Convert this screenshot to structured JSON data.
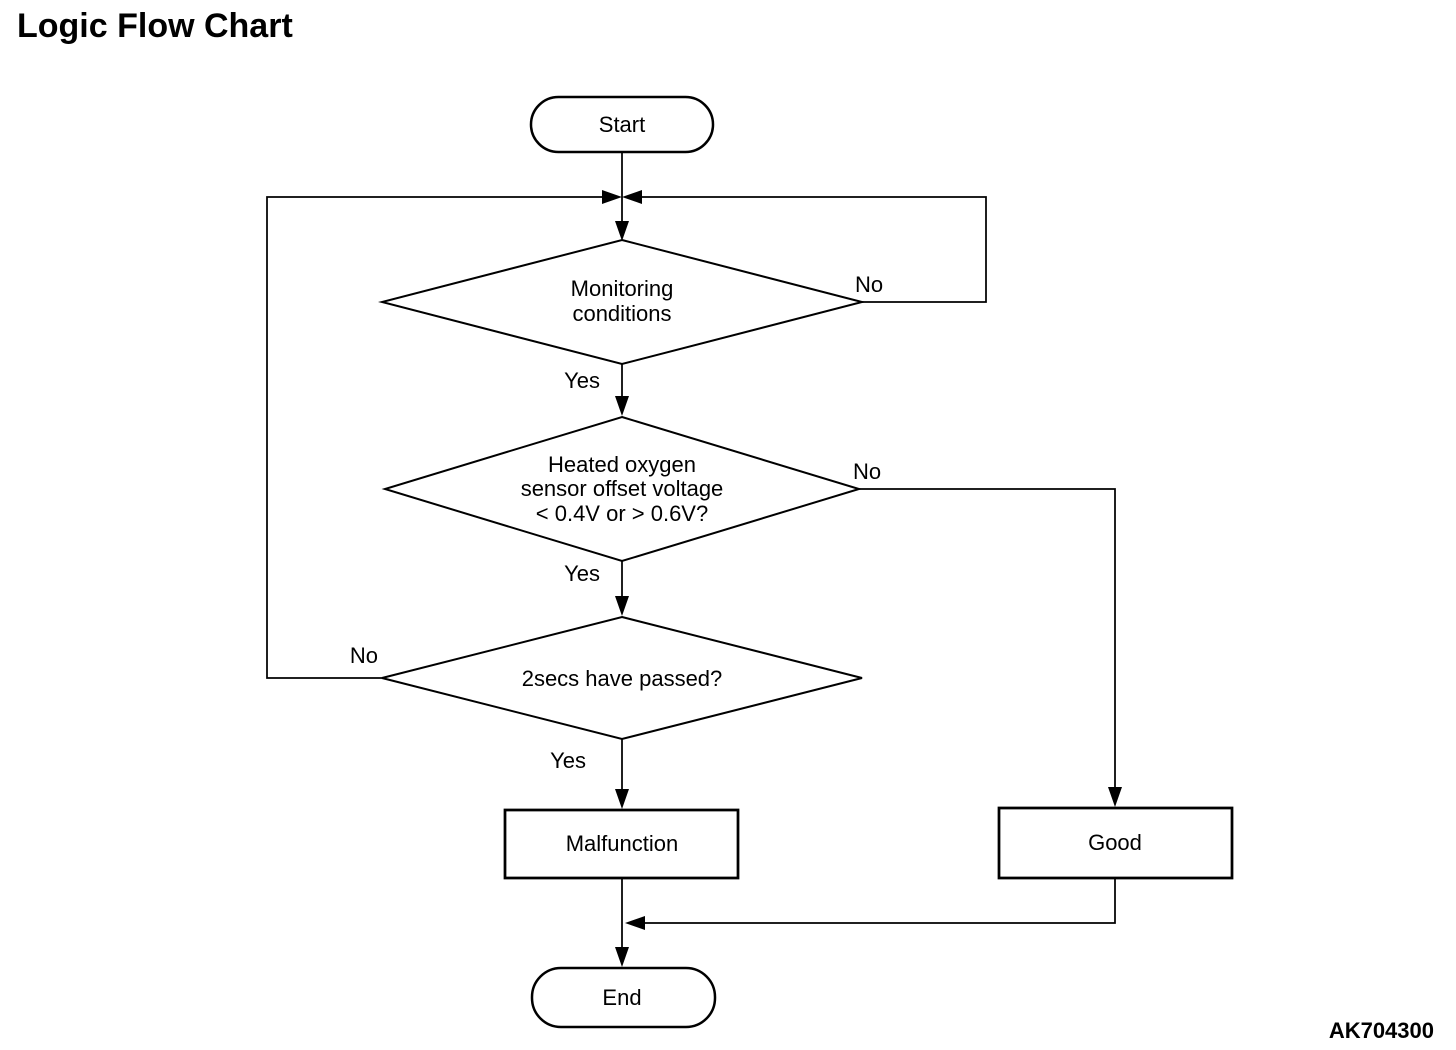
{
  "page": {
    "title": "Logic Flow Chart",
    "figure_code": "AK704300"
  },
  "flowchart": {
    "nodes": {
      "start": {
        "shape": "terminator",
        "label": "Start"
      },
      "monitoring": {
        "shape": "decision",
        "line1": "Monitoring",
        "line2": "conditions"
      },
      "sensor_offset": {
        "shape": "decision",
        "line1": "Heated oxygen",
        "line2": "sensor offset voltage",
        "line3": "< 0.4V or > 0.6V?"
      },
      "two_secs": {
        "shape": "decision",
        "label": "2secs have passed?"
      },
      "malfunction": {
        "shape": "process",
        "label": "Malfunction"
      },
      "good": {
        "shape": "process",
        "label": "Good"
      },
      "end": {
        "shape": "terminator",
        "label": "End"
      }
    },
    "edge_labels": {
      "monitoring_no": "No",
      "monitoring_yes": "Yes",
      "sensor_no": "No",
      "sensor_yes": "Yes",
      "two_secs_no": "No",
      "two_secs_yes": "Yes"
    },
    "colors": {
      "stroke": "#000000",
      "text": "#000000",
      "background": "#ffffff"
    }
  }
}
